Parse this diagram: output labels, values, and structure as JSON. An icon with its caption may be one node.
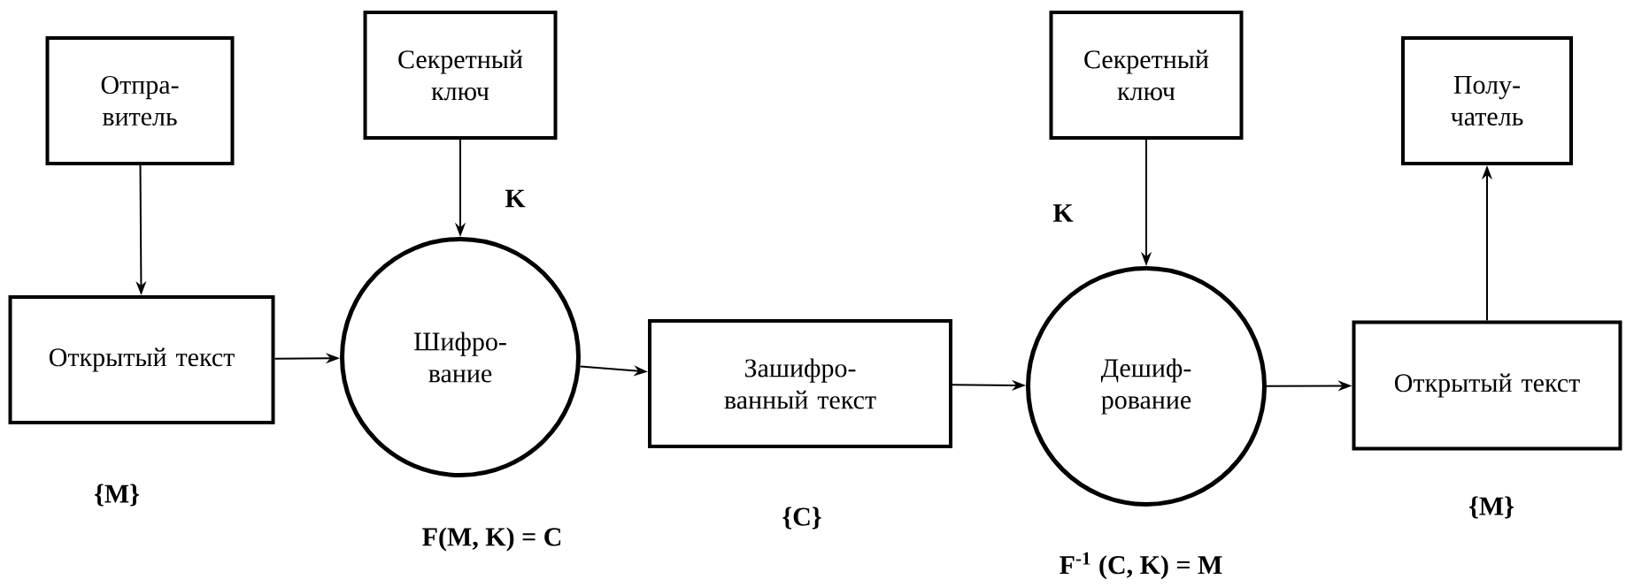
{
  "diagram": {
    "nodes": [
      {
        "text": [
          "Отпра- витель"
        ]
      },
      {
        "text": [
          "Секретный ключ"
        ]
      },
      {
        "text": [
          "Секретный ключ"
        ]
      },
      {
        "text": [
          "Полу- чатель"
        ]
      },
      {
        "text": [
          "Открытый текст"
        ],
        "beside": [
          "{M}"
        ]
      },
      {
        "text": [
          "Шифро- вание"
        ],
        "beside": [
          "F(M, K) = C"
        ]
      },
      {
        "text": [
          "Зашифро- ванный текст"
        ],
        "beside": [
          "{C}"
        ]
      },
      {
        "text": [
          "Дешиф- рование"
        ],
        "beside": [
          "F$^{-1}$ (C, K) = M"
        ]
      },
      {
        "text": [
          "Открытый текст"
        ],
        "beside": [
          "{M}"
        ]
      }
    ],
    "edges": [
      {
        "from": 0,
        "to": 4,
        "arrow": "to"
      },
      {
        "from": 1,
        "to": 5,
        "arrow": "to",
        "label": "K"
      },
      {
        "from": 4,
        "to": 5,
        "arrow": "to"
      },
      {
        "from": 5,
        "to": 6,
        "arrow": "to"
      },
      {
        "from": 6,
        "to": 7,
        "arrow": "to"
      },
      {
        "from": 2,
        "to": 7,
        "arrow": "to",
        "label": "K"
      },
      {
        "from": 7,
        "to": 8,
        "arrow": "to"
      },
      {
        "from": 8,
        "to": 3,
        "arrow": "to"
      }
    ]
  }
}
